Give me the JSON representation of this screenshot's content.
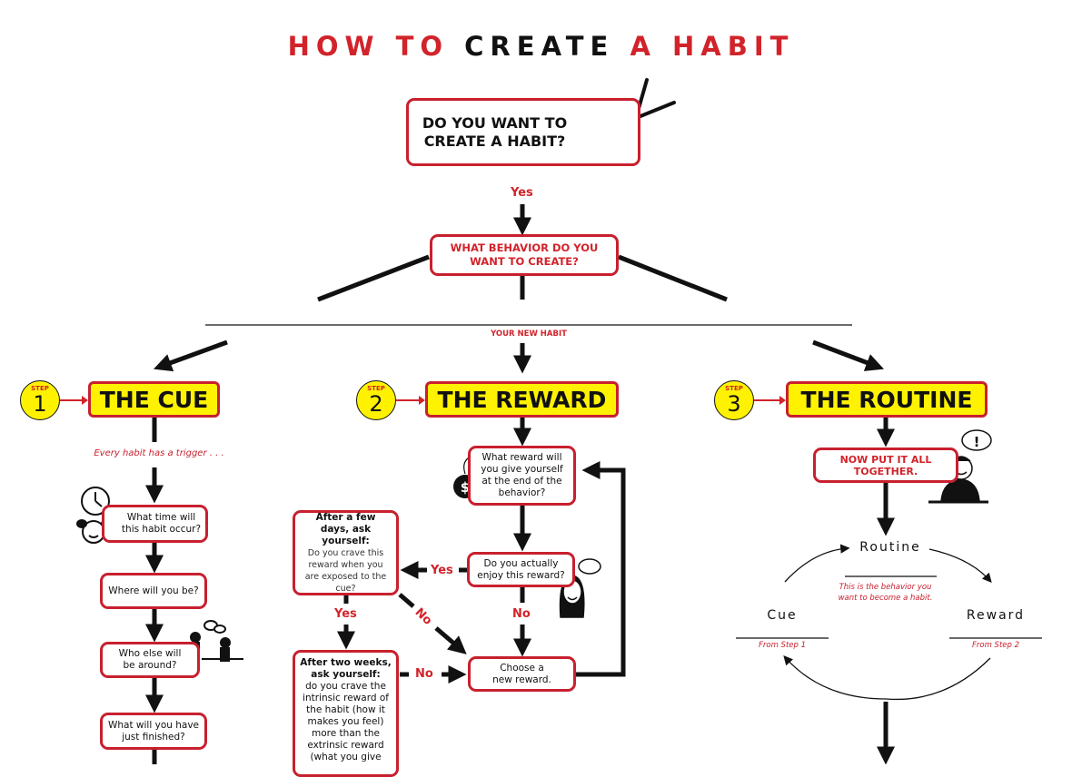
{
  "title": {
    "part1": "HOW TO",
    "part2": "CREATE",
    "part3": "A HABIT"
  },
  "colors": {
    "accent_red": "#d2232a",
    "step_yellow": "#fff200",
    "ink": "#111111"
  },
  "start": {
    "question": "DO YOU WANT TO CREATE A HABIT?",
    "yes_label": "Yes"
  },
  "behavior": {
    "question": "WHAT BEHAVIOR DO YOU WANT TO CREATE?",
    "caption": "YOUR NEW HABIT"
  },
  "steps": [
    {
      "step_label": "STEP",
      "number": "1",
      "title": "THE CUE"
    },
    {
      "step_label": "STEP",
      "number": "2",
      "title": "THE REWARD"
    },
    {
      "step_label": "STEP",
      "number": "3",
      "title": "THE ROUTINE"
    }
  ],
  "cue": {
    "trigger_note": "Every habit has a trigger . . .",
    "questions": [
      "What time will this habit occur?",
      "Where will you be?",
      "Who else will be around?",
      "What will you have just finished?"
    ]
  },
  "reward": {
    "what_reward": "What reward will you give yourself at the end of the behavior?",
    "enjoy": "Do you actually enjoy this reward?",
    "choose_new": "Choose a new reward.",
    "few_days_heading": "After a few days, ask yourself:",
    "few_days_body": "Do you crave this reward when you are exposed to the cue?",
    "two_weeks_heading": "After two weeks, ask yourself:",
    "two_weeks_body": "do you crave the intrinsic reward of the habit (how it makes you feel) more than the extrinsic reward (what you give",
    "yes_label": "Yes",
    "no_label": "No"
  },
  "routine": {
    "put_together": "NOW PUT IT ALL TOGETHER.",
    "loop_routine": "Routine",
    "loop_routine_note": "This is the behavior you want to become a habit.",
    "loop_cue": "Cue",
    "loop_cue_note": "From Step 1",
    "loop_reward": "Reward",
    "loop_reward_note": "From Step 2"
  },
  "icons": [
    "handstand-figure-icon",
    "clock-icon",
    "girl-face-icon",
    "people-talking-icon",
    "money-bag-icon",
    "woman-humming-icon",
    "man-thinking-icon"
  ]
}
